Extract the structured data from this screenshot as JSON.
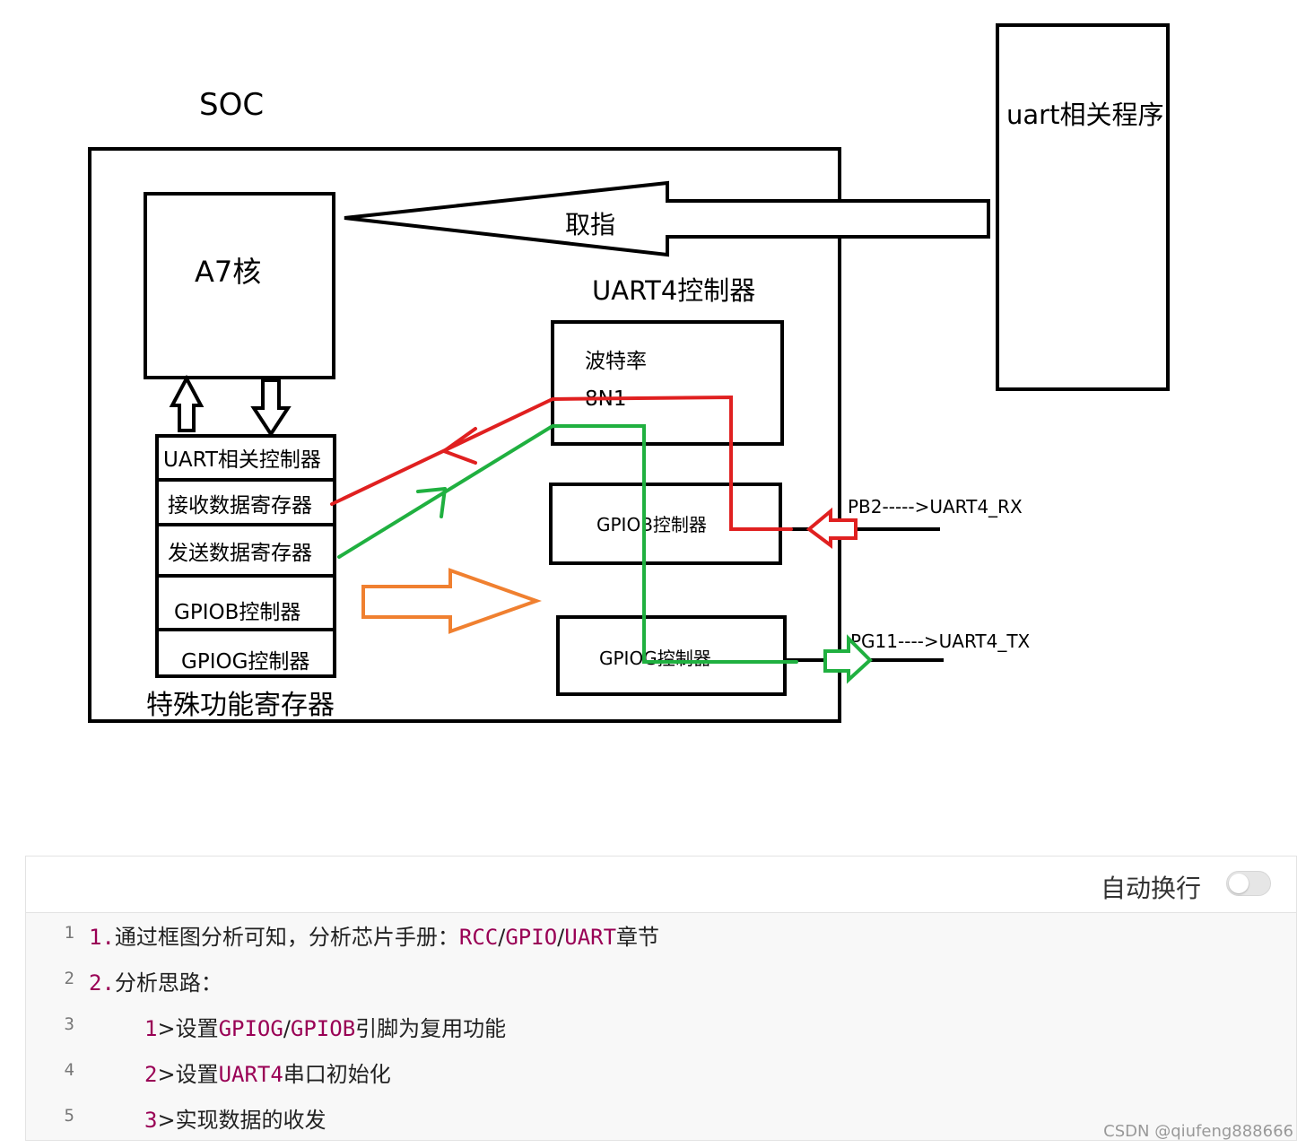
{
  "diagram": {
    "soc_title": "SOC",
    "a7_core": "A7核",
    "fetch": "取指",
    "uart_program": "uart相关程序",
    "uart4_controller": "UART4控制器",
    "baud_rate": "波特率",
    "frame_8n1": "8N1",
    "gpiob_ctrl_inner": "GPIOB控制器",
    "gpiog_ctrl_inner": "GPIOG控制器",
    "pb2_label": "PB2----->UART4_RX",
    "pg11_label": "PG11---->UART4_TX",
    "reg_uart": "UART相关控制器",
    "reg_rx": "接收数据寄存器",
    "reg_tx": "发送数据寄存器",
    "reg_gpiob": "GPIOB控制器",
    "reg_gpiog": "GPIOG控制器",
    "sfr_title": "特殊功能寄存器",
    "colors": {
      "rx_path": "#e02020",
      "tx_path": "#20b040",
      "map_arrow": "#f08030"
    }
  },
  "code": {
    "wrap_label": "自动换行",
    "wrap_enabled": false,
    "lines": [
      {
        "num": "1",
        "parts": [
          {
            "t": "1.",
            "kw": true
          },
          {
            "t": "通过框图分析可知，分析芯片手册："
          },
          {
            "t": "RCC",
            "kw": true
          },
          {
            "t": "/"
          },
          {
            "t": "GPIO",
            "kw": true
          },
          {
            "t": "/"
          },
          {
            "t": "UART",
            "kw": true
          },
          {
            "t": "章节"
          }
        ]
      },
      {
        "num": "2",
        "parts": [
          {
            "t": "2.",
            "kw": true
          },
          {
            "t": "分析思路："
          }
        ]
      },
      {
        "num": "3",
        "indent": true,
        "parts": [
          {
            "t": "1",
            "kw": true
          },
          {
            "t": ">设置"
          },
          {
            "t": "GPIOG",
            "kw": true
          },
          {
            "t": "/"
          },
          {
            "t": "GPIOB",
            "kw": true
          },
          {
            "t": "引脚为复用功能"
          }
        ]
      },
      {
        "num": "4",
        "indent": true,
        "parts": [
          {
            "t": "2",
            "kw": true
          },
          {
            "t": ">设置"
          },
          {
            "t": "UART4",
            "kw": true
          },
          {
            "t": "串口初始化"
          }
        ]
      },
      {
        "num": "5",
        "indent": true,
        "parts": [
          {
            "t": "3",
            "kw": true
          },
          {
            "t": ">实现数据的收发"
          }
        ]
      }
    ]
  },
  "watermark": "CSDN @qiufeng888666"
}
